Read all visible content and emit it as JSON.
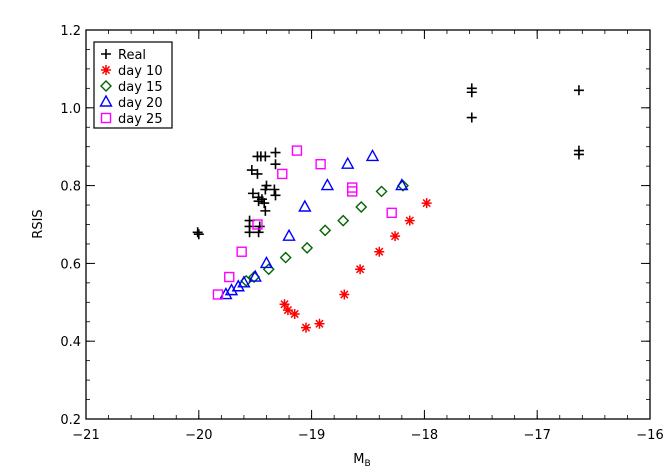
{
  "chart_data": {
    "type": "scatter",
    "xlabel": "M",
    "xlabel_sub": "B",
    "ylabel": "RSIS",
    "xlim": [
      -21,
      -16
    ],
    "ylim": [
      0.2,
      1.2
    ],
    "xticks": [
      -21,
      -20,
      -19,
      -18,
      -17,
      -16
    ],
    "xtick_labels": [
      "−21",
      "−20",
      "−19",
      "−18",
      "−17",
      "−16"
    ],
    "yticks": [
      0.2,
      0.4,
      0.6,
      0.8,
      1.0,
      1.2
    ],
    "ytick_labels": [
      "0.2",
      "0.4",
      "0.6",
      "0.8",
      "1.0",
      "1.2"
    ],
    "grid": false,
    "legend_position": "top-left",
    "series": [
      {
        "name": "Real",
        "marker": "plus",
        "color": "#000000",
        "points": [
          [
            -20.01,
            0.68
          ],
          [
            -20.0,
            0.675
          ],
          [
            -19.48,
            0.875
          ],
          [
            -19.45,
            0.875
          ],
          [
            -19.41,
            0.875
          ],
          [
            -19.32,
            0.885
          ],
          [
            -19.53,
            0.84
          ],
          [
            -19.48,
            0.83
          ],
          [
            -19.32,
            0.855
          ],
          [
            -19.52,
            0.78
          ],
          [
            -19.47,
            0.77
          ],
          [
            -19.4,
            0.8
          ],
          [
            -19.41,
            0.79
          ],
          [
            -19.33,
            0.79
          ],
          [
            -19.32,
            0.775
          ],
          [
            -19.47,
            0.76
          ],
          [
            -19.44,
            0.765
          ],
          [
            -19.42,
            0.755
          ],
          [
            -19.41,
            0.735
          ],
          [
            -19.55,
            0.71
          ],
          [
            -19.55,
            0.695
          ],
          [
            -19.46,
            0.695
          ],
          [
            -19.55,
            0.68
          ],
          [
            -19.47,
            0.68
          ],
          [
            -17.58,
            1.05
          ],
          [
            -17.58,
            1.04
          ],
          [
            -17.58,
            0.975
          ],
          [
            -16.63,
            1.045
          ],
          [
            -16.63,
            0.89
          ],
          [
            -16.63,
            0.88
          ]
        ]
      },
      {
        "name": "day 10",
        "marker": "asterisk",
        "color": "#ff0000",
        "points": [
          [
            -19.24,
            0.495
          ],
          [
            -19.21,
            0.48
          ],
          [
            -19.15,
            0.47
          ],
          [
            -19.05,
            0.435
          ],
          [
            -18.93,
            0.445
          ],
          [
            -18.71,
            0.52
          ],
          [
            -18.57,
            0.585
          ],
          [
            -18.4,
            0.63
          ],
          [
            -18.26,
            0.67
          ],
          [
            -18.13,
            0.71
          ],
          [
            -17.98,
            0.755
          ]
        ]
      },
      {
        "name": "day 15",
        "marker": "diamond",
        "color": "#006400",
        "points": [
          [
            -19.58,
            0.555
          ],
          [
            -19.51,
            0.565
          ],
          [
            -19.38,
            0.585
          ],
          [
            -19.23,
            0.615
          ],
          [
            -19.04,
            0.64
          ],
          [
            -18.88,
            0.685
          ],
          [
            -18.72,
            0.71
          ],
          [
            -18.56,
            0.745
          ],
          [
            -18.38,
            0.785
          ],
          [
            -18.19,
            0.8
          ]
        ]
      },
      {
        "name": "day 20",
        "marker": "triangle",
        "color": "#0000ff",
        "points": [
          [
            -19.76,
            0.52
          ],
          [
            -19.71,
            0.53
          ],
          [
            -19.65,
            0.54
          ],
          [
            -19.6,
            0.55
          ],
          [
            -19.5,
            0.565
          ],
          [
            -19.4,
            0.6
          ],
          [
            -19.2,
            0.67
          ],
          [
            -19.06,
            0.745
          ],
          [
            -18.86,
            0.8
          ],
          [
            -18.68,
            0.855
          ],
          [
            -18.46,
            0.875
          ],
          [
            -18.2,
            0.8
          ]
        ]
      },
      {
        "name": "day 25",
        "marker": "square",
        "color": "#ff00ff",
        "points": [
          [
            -19.83,
            0.52
          ],
          [
            -19.73,
            0.565
          ],
          [
            -19.62,
            0.63
          ],
          [
            -19.48,
            0.7
          ],
          [
            -19.26,
            0.83
          ],
          [
            -19.13,
            0.89
          ],
          [
            -18.92,
            0.855
          ],
          [
            -18.64,
            0.795
          ],
          [
            -18.64,
            0.785
          ],
          [
            -18.29,
            0.73
          ]
        ]
      }
    ]
  }
}
